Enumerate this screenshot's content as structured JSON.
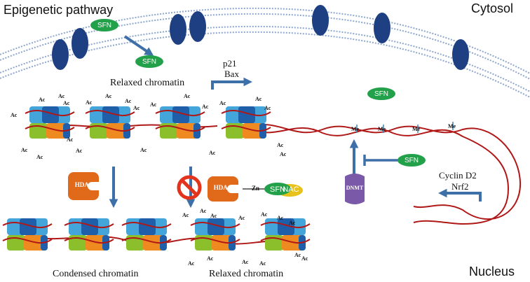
{
  "title": "Epigenetic pathway",
  "compartments": {
    "cytosol": "Cytosol",
    "nucleus": "Nucleus"
  },
  "molecules": {
    "sfn": "SFN",
    "nac": "NAC",
    "hdac": "HDAC",
    "dnmt": "DNMT",
    "zn": "Zn"
  },
  "marks": {
    "acetyl": "Ac",
    "methyl": "Me"
  },
  "labels": {
    "relaxed_top": "Relaxed chromatin",
    "condensed": "Condensed chromatin",
    "relaxed_bottom": "Relaxed chromatin"
  },
  "gene_targets": {
    "top": [
      "p21",
      "Bax"
    ],
    "right": [
      "Cyclin D2",
      "Nrf2"
    ]
  },
  "colors": {
    "membrane": "#1e3f82",
    "sfn": "#22a04a",
    "nac": "#e8c21a",
    "hdac": "#e0691a",
    "dnmt": "#7a5aa8",
    "arrow": "#3d6fa8",
    "dna": "#b01818",
    "inhibit": "#e2341c"
  }
}
